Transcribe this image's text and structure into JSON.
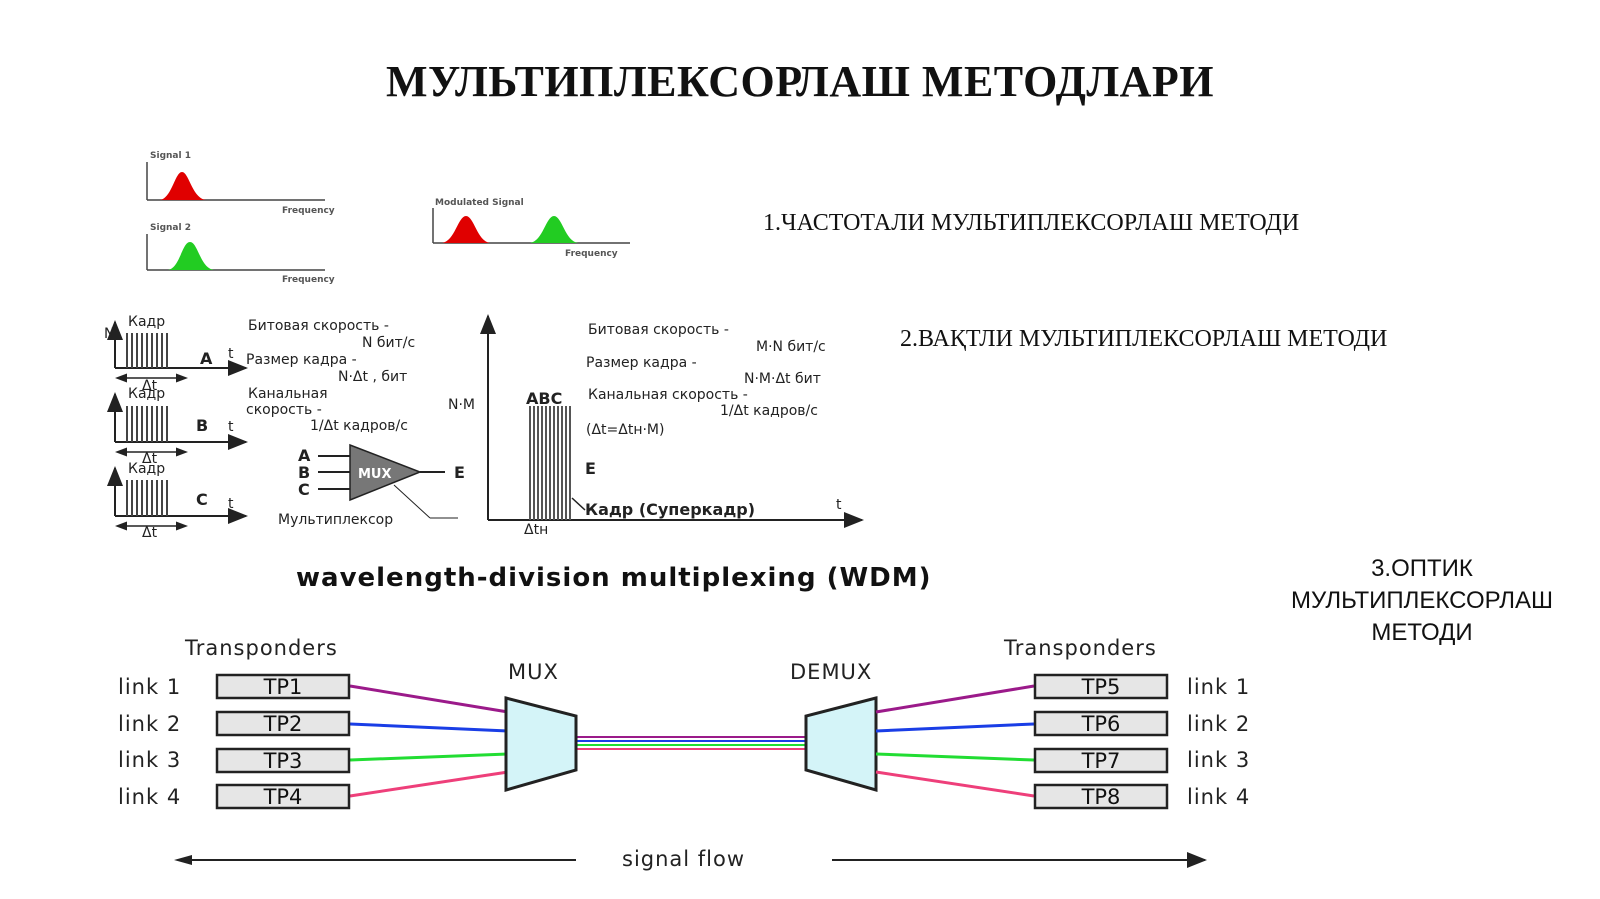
{
  "slide": {
    "title": "МУЛЬТИПЛЕКСОРЛАШ  МЕТОДЛАРИ",
    "method_1": "1.ЧАСТОТАЛИ МУЛЬТИПЛЕКСОРЛАШ МЕТОДИ",
    "method_2": "2.ВАҚТЛИ МУЛЬТИПЛЕКСОРЛАШ МЕТОДИ",
    "method_3_line1": "3.ОПТИК",
    "method_3_line2": "МУЛЬТИПЛЕКСОРЛАШ",
    "method_3_line3": "МЕТОДИ"
  },
  "fdm": {
    "signal1": "Signal 1",
    "signal2": "Signal 2",
    "modulated": "Modulated Signal",
    "frequency": "Frequency",
    "colors": {
      "signal1": "#e00000",
      "signal2": "#22cc22"
    }
  },
  "tdm": {
    "frame": "Кадр",
    "n": "N",
    "t": "t",
    "dt": "Δt",
    "inputs": [
      "A",
      "B",
      "C"
    ],
    "output": "E",
    "mux": "MUX",
    "multiplexer": "Мультиплексор",
    "left_notes": [
      "Битовая скорость -",
      "N бит/с",
      "Размер кадра -",
      "N·Δt , бит",
      "Канальная",
      "скорость -",
      "1/Δt кадров/с"
    ],
    "right_notes": [
      "Битовая скорость -",
      "M·N бит/с",
      "Размер кадра -",
      "N·M·Δt бит",
      "Канальная скорость -",
      "1/Δt кадров/с",
      "(Δt=Δtн·M)"
    ],
    "nm": "N·M",
    "abc": "ABC",
    "superframe": "Кадр (Суперкадр)",
    "dtn": "Δtн"
  },
  "wdm": {
    "title": "wavelength-division multiplexing (WDM)",
    "transponders": "Transponders",
    "mux": "MUX",
    "demux": "DEMUX",
    "signal_flow": "signal flow",
    "left_links": [
      {
        "link": "link 1",
        "tp": "TP1",
        "color": "#9b1a8a"
      },
      {
        "link": "link 2",
        "tp": "TP2",
        "color": "#1a3ee6"
      },
      {
        "link": "link 3",
        "tp": "TP3",
        "color": "#22dd33"
      },
      {
        "link": "link 4",
        "tp": "TP4",
        "color": "#ee3f7a"
      }
    ],
    "right_links": [
      {
        "link": "link 1",
        "tp": "TP5",
        "color": "#9b1a8a"
      },
      {
        "link": "link 2",
        "tp": "TP6",
        "color": "#1a3ee6"
      },
      {
        "link": "link 3",
        "tp": "TP7",
        "color": "#22dd33"
      },
      {
        "link": "link 4",
        "tp": "TP8",
        "color": "#ee3f7a"
      }
    ]
  }
}
